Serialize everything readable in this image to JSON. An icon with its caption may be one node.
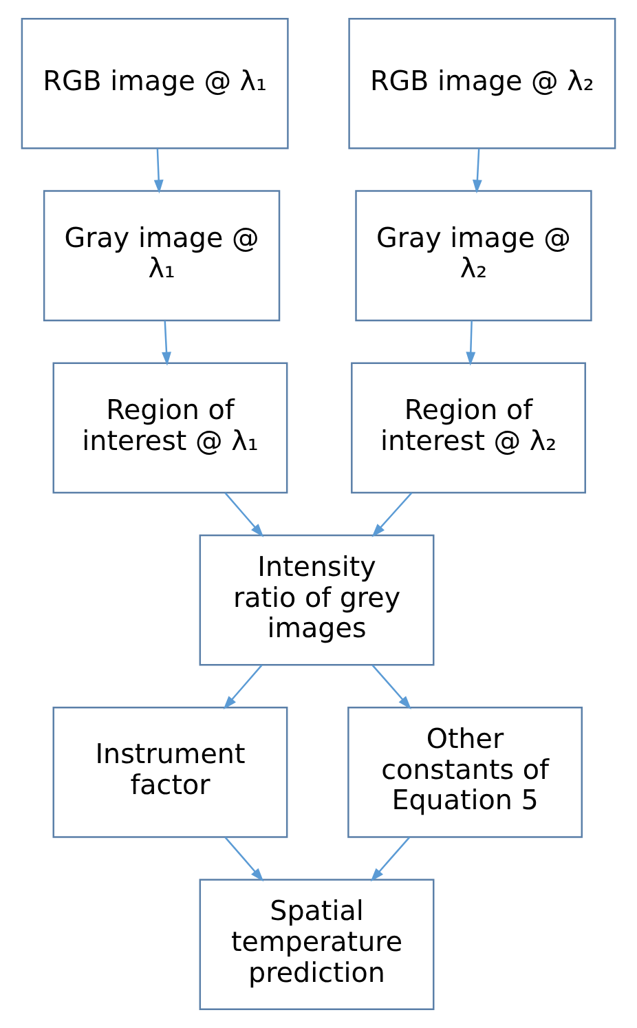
{
  "diagram": {
    "nodes": [
      {
        "text": [
          "RGB image @ λ₁"
        ]
      },
      {
        "text": [
          "RGB image @ λ₂"
        ]
      },
      {
        "text": [
          "Gray image @ λ₁"
        ]
      },
      {
        "text": [
          "Gray image @ λ₂"
        ]
      },
      {
        "text": [
          "Region of interest @ λ₁"
        ]
      },
      {
        "text": [
          "Region of interest @ λ₂"
        ]
      },
      {
        "text": [
          "Intensity ratio of grey images"
        ]
      },
      {
        "text": [
          "Instrument factor"
        ]
      },
      {
        "text": [
          "Other constants of Equation 5"
        ]
      },
      {
        "text": [
          "Spatial temperature prediction"
        ]
      }
    ],
    "edges": [
      {
        "from": 0,
        "to": 2,
        "arrow": "to"
      },
      {
        "from": 1,
        "to": 3,
        "arrow": "to"
      },
      {
        "from": 2,
        "to": 4,
        "arrow": "to"
      },
      {
        "from": 3,
        "to": 5,
        "arrow": "to"
      },
      {
        "from": 4,
        "to": 6,
        "arrow": "to"
      },
      {
        "from": 5,
        "to": 6,
        "arrow": "to"
      },
      {
        "from": 6,
        "to": 7,
        "arrow": "to"
      },
      {
        "from": 6,
        "to": 8,
        "arrow": "to"
      },
      {
        "from": 7,
        "to": 9,
        "arrow": "to"
      },
      {
        "from": 8,
        "to": 9,
        "arrow": "to"
      }
    ]
  }
}
